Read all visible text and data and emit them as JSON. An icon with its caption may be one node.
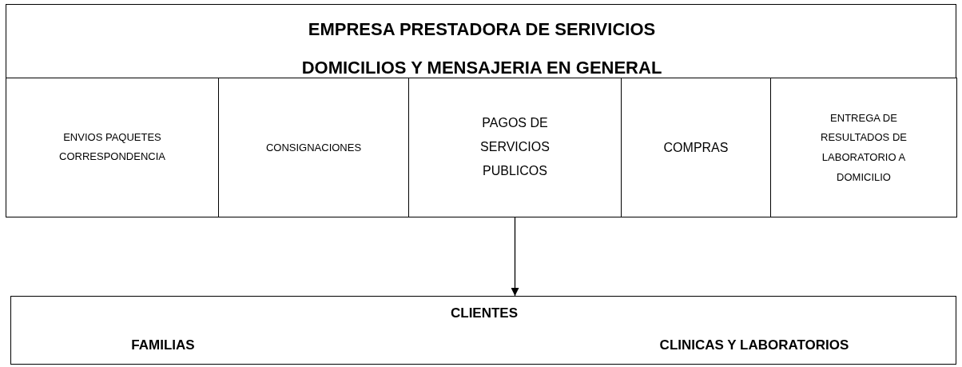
{
  "diagram": {
    "nodes": [
      {
        "text": [
          "EMPRESA PRESTADORA DE SERIVICIOS",
          "DOMICILIOS Y MENSAJERIA EN GENERAL"
        ]
      },
      {
        "text": [
          "ENVIOS PAQUETES CORRESPONDENCIA"
        ],
        "in": 0
      },
      {
        "text": [
          "CONSIGNACIONES"
        ],
        "in": 0
      },
      {
        "text": [
          "PAGOS DE SERVICIOS PUBLICOS"
        ],
        "in": 0
      },
      {
        "text": [
          "COMPRAS"
        ],
        "in": 0
      },
      {
        "text": [
          "ENTREGA DE RESULTADOS DE LABORATORIO A DOMICILIO"
        ],
        "in": 0
      },
      {
        "text": [
          "CLIENTES",
          "FAMILIAS",
          "CLINICAS Y LABORATORIOS"
        ]
      }
    ],
    "edges": [
      {
        "from": 3,
        "to": 6,
        "arrow": "to"
      }
    ]
  }
}
